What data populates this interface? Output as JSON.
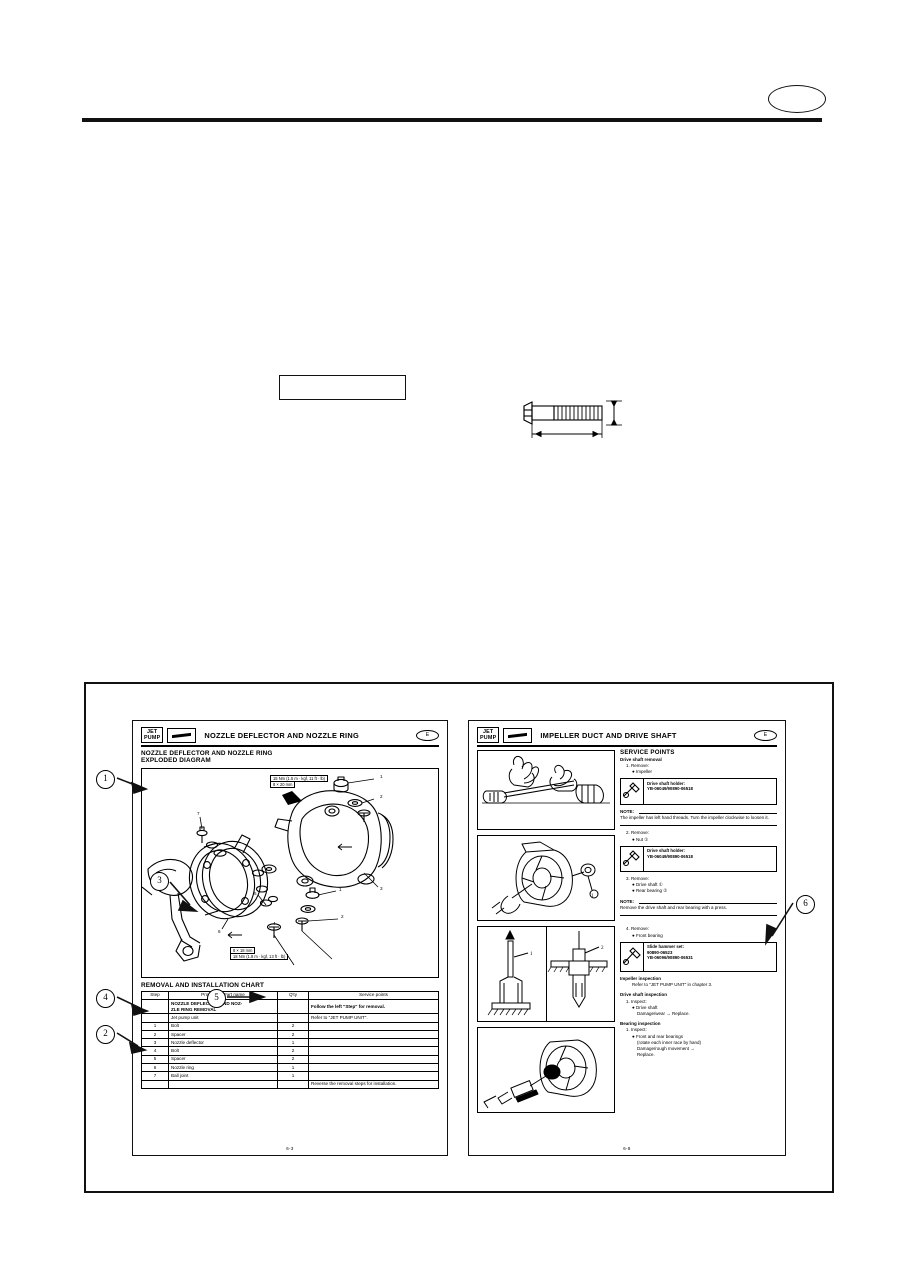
{
  "top": {
    "badge_label": ""
  },
  "empty_box": {
    "text": ""
  },
  "bolt_figure": {
    "name": "bolt-dimension-diagram"
  },
  "callouts": [
    {
      "id": "1",
      "label": "1"
    },
    {
      "id": "2",
      "label": "2"
    },
    {
      "id": "3",
      "label": "3"
    },
    {
      "id": "4",
      "label": "4"
    },
    {
      "id": "5",
      "label": "5"
    },
    {
      "id": "6",
      "label": "6"
    }
  ],
  "left_page": {
    "logo": {
      "line1": "JET",
      "line2": "PUMP"
    },
    "header_title": "NOZZLE DEFLECTOR AND NOZZLE RING",
    "header_badge": "E",
    "section_title_line1": "NOZZLE DEFLECTOR AND NOZZLE RING",
    "section_title_line2": "EXPLODED DIAGRAM",
    "torque_top": {
      "line1": "15 Nm (1.5 m · kgf, 11 ft · lb)",
      "line2": "8 × 20 mm"
    },
    "torque_bottom": {
      "line1": "8 × 18 mm",
      "line2": "18 Nm (1.8 m · kgf, 13 ft · lb)"
    },
    "diagram_part_numbers": [
      "1",
      "2",
      "3",
      "1",
      "2",
      "4",
      "5",
      "6",
      "7"
    ],
    "chart_title": "REMOVAL AND INSTALLATION CHART",
    "chart_headers": [
      "Step",
      "Procedure/Part name",
      "Q'ty",
      "Service points"
    ],
    "chart_rows": [
      {
        "step": "",
        "part": "NOZZLE DEFLECTOR AND NOZ-\nZLE RING REMOVAL",
        "qty": "",
        "service": "Follow the left \"Step\" for removal.",
        "bold": true
      },
      {
        "step": "",
        "part": "Jet pump unit",
        "qty": "",
        "service": "Refer to \"JET PUMP UNIT\".",
        "bold": false
      },
      {
        "step": "1",
        "part": "Bolt",
        "qty": "2",
        "service": "",
        "bold": false
      },
      {
        "step": "2",
        "part": "Spacer",
        "qty": "2",
        "service": "",
        "bold": false
      },
      {
        "step": "3",
        "part": "Nozzle deflector",
        "qty": "1",
        "service": "",
        "bold": false
      },
      {
        "step": "4",
        "part": "Bolt",
        "qty": "2",
        "service": "",
        "bold": false
      },
      {
        "step": "5",
        "part": "Spacer",
        "qty": "2",
        "service": "",
        "bold": false
      },
      {
        "step": "6",
        "part": "Nozzle ring",
        "qty": "1",
        "service": "",
        "bold": false
      },
      {
        "step": "7",
        "part": "Ball joint",
        "qty": "1",
        "service": "",
        "bold": false
      },
      {
        "step": "",
        "part": "",
        "qty": "",
        "service": "Reverse the removal steps for installation.",
        "bold": false
      }
    ],
    "page_number": "6-3"
  },
  "right_page": {
    "logo": {
      "line1": "JET",
      "line2": "PUMP"
    },
    "header_title": "IMPELLER DUCT AND DRIVE SHAFT",
    "header_badge": "E",
    "service_points_title": "SERVICE POINTS",
    "blocks": {
      "drive_shaft_removal": "Drive shaft removal",
      "step1": "1. Remove:",
      "step1_item": "Impeller",
      "tool1_name": "Drive shaft holder:",
      "tool1_number": "YB-06049/90890-06518",
      "note1_label": "NOTE:",
      "note1_body": "The impeller has left hand threads. Turn the impeller clockwise to loosen it.",
      "step2": "2. Remove:",
      "step2_item": "Nut ①",
      "tool2_name": "Drive shaft holder:",
      "tool2_number": "YB-06049/90890-06518",
      "step3": "3. Remove:",
      "step3_item1": "Drive shaft ①",
      "step3_item2": "Rear bearing ②",
      "note2_label": "NOTE:",
      "note2_body": "Remove the drive shaft and rear bearing with a press.",
      "step4": "4. Remove:",
      "step4_item": "Front bearing",
      "tool3_name": "Slide hammer set:",
      "tool3_number1": "90890-06523",
      "tool3_number2": "YB-06096/90890-06531",
      "impeller_inspection": "Impeller inspection",
      "impeller_inspection_body": "Refer to \"JET PUMP UNIT\" in chapter 3.",
      "drive_shaft_inspection": "Drive shaft inspection",
      "dsi_step": "1. Inspect:",
      "dsi_item": "Drive shaft",
      "dsi_result": "Damage/wear → Replace.",
      "bearing_inspection": "Bearing inspection",
      "bi_step": "1. Inspect:",
      "bi_item": "Front and rear bearings",
      "bi_note": "(rotate each inner race by hand)",
      "bi_result1": "Damage/rough movement →",
      "bi_result2": "Replace."
    },
    "page_number": "6-8"
  }
}
